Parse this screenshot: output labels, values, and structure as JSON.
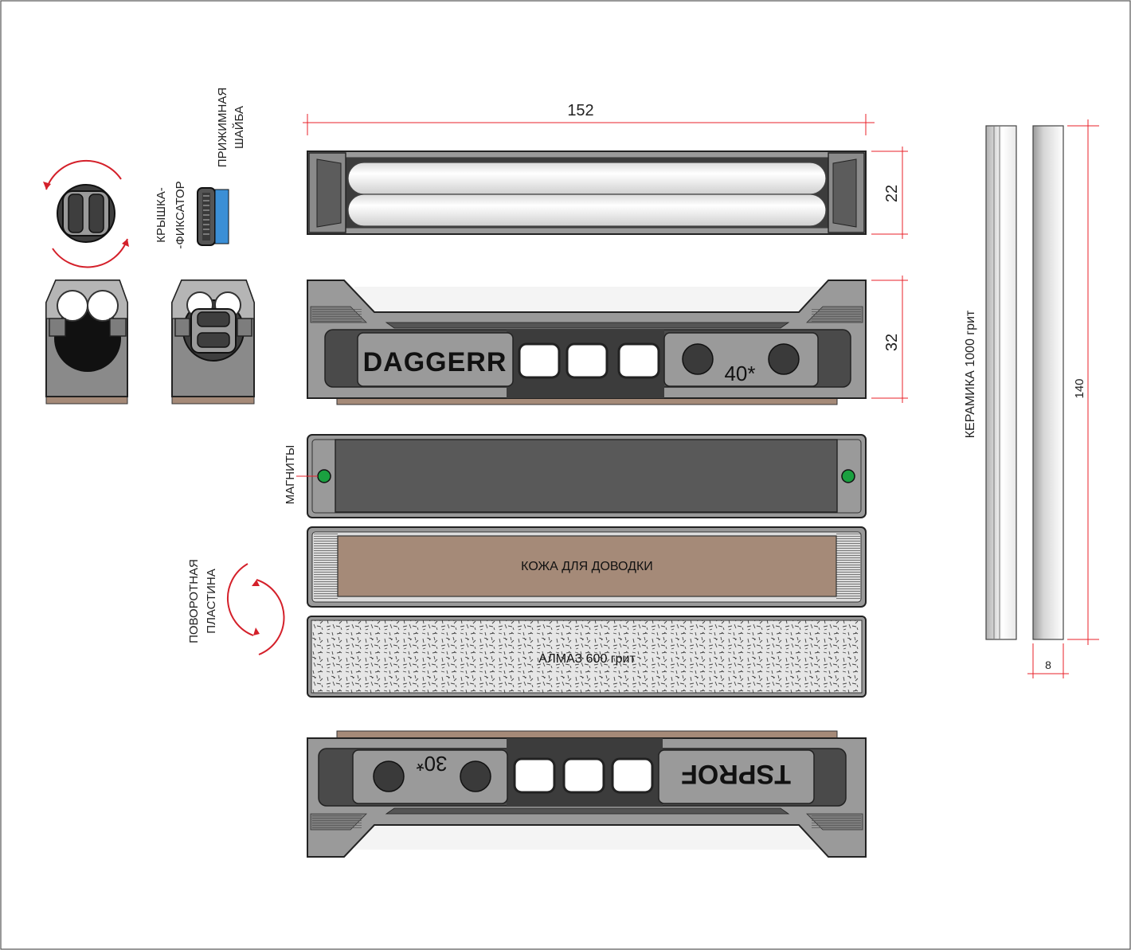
{
  "dimensions": {
    "length": "152",
    "height_top": "22",
    "height_side": "32",
    "stone_length": "140",
    "stone_width": "8"
  },
  "labels": {
    "cap_lock": "КРЫШКА-\n-ФИКСАТОР",
    "pressure_washer": "ПРИЖИМНАЯ\nШАЙБА",
    "magnets": "МАГНИТЫ",
    "rotating_plate": "ПОВОРОТНАЯ\nПЛАСТИНА",
    "leather": "КОЖА ДЛЯ ДОВОДКИ",
    "diamond": "АЛМАЗ 600 грит",
    "ceramic": "КЕРАМИКА 1000 грит"
  },
  "brands": {
    "front_logo": "DAGGERR",
    "back_logo": "TSPROF"
  },
  "angles": {
    "front": "40*",
    "back": "30*"
  },
  "colors": {
    "dimension_line": "#e8202a",
    "arrow": "#d4202a",
    "body_dark": "#4a4a4a",
    "body_mid": "#8c8c8c",
    "leather": "#a58a78",
    "washer": "#3b8fd6",
    "magnet": "#1aa040"
  }
}
